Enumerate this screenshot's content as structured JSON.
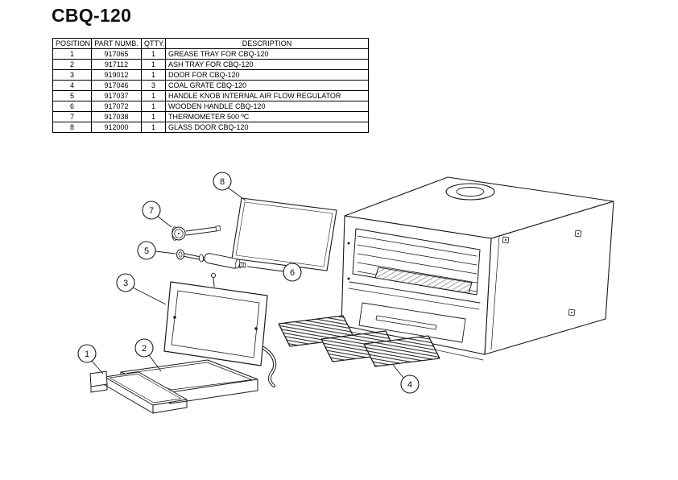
{
  "title": "CBQ-120",
  "table": {
    "headers": [
      "POSITION",
      "PART NUMB.",
      "QTTY.",
      "DESCRIPTION"
    ],
    "rows": [
      {
        "position": "1",
        "part": "917065",
        "qty": "1",
        "description": "GREASE TRAY FOR CBQ-120"
      },
      {
        "position": "2",
        "part": "917112",
        "qty": "1",
        "description": "ASH TRAY FOR CBQ-120"
      },
      {
        "position": "3",
        "part": "919012",
        "qty": "1",
        "description": "DOOR FOR CBQ-120"
      },
      {
        "position": "4",
        "part": "917046",
        "qty": "3",
        "description": "COAL GRATE CBQ-120"
      },
      {
        "position": "5",
        "part": "917037",
        "qty": "1",
        "description": "HANDLE KNOB INTERNAL AIR FLOW REGULATOR"
      },
      {
        "position": "6",
        "part": "917072",
        "qty": "1",
        "description": "WOODEN HANDLE CBQ-120"
      },
      {
        "position": "7",
        "part": "917038",
        "qty": "1",
        "description": "THERMOMETER 500 ºC"
      },
      {
        "position": "8",
        "part": "912000",
        "qty": "1",
        "description": "GLASS DOOR CBQ-120"
      }
    ]
  },
  "callouts": [
    "1",
    "2",
    "3",
    "4",
    "5",
    "6",
    "7",
    "8"
  ],
  "colors": {
    "line": "#1a1a1a",
    "background": "#ffffff"
  }
}
